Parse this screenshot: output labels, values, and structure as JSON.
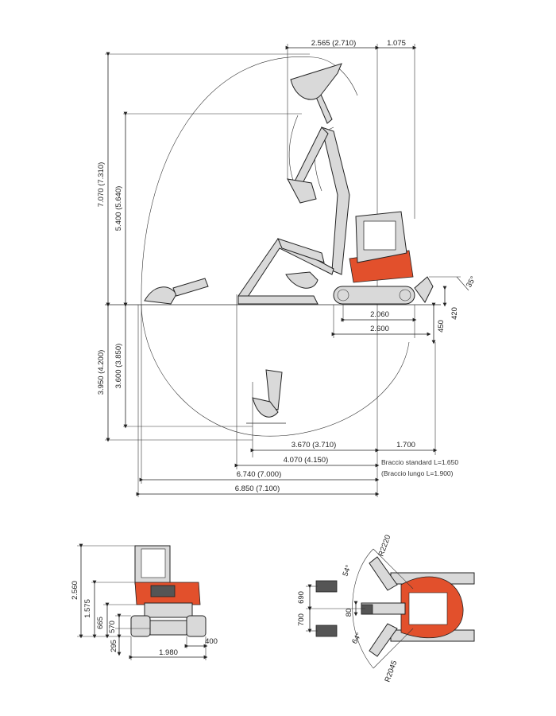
{
  "side": {
    "top_a": "2.565 (2.710)",
    "top_b": "1.075",
    "v1": "7.070 (7.310)",
    "v2": "5.400 (5.640)",
    "v3": "3.950 (4.200)",
    "v4": "3.600 (3.850)",
    "track_a": "2.060",
    "track_b": "2.600",
    "blade_h1": "420",
    "blade_h2": "450",
    "blade_angle": "35°",
    "b1": "3.670 (3.710)",
    "b1r": "1.700",
    "b2": "4.070 (4.150)",
    "b3": "6.740 (7.000)",
    "b4": "6.850 (7.100)",
    "note1": "Braccio standard L=1.650",
    "note2": "(Braccio lungo L=1.900)"
  },
  "front": {
    "h1": "2.560",
    "h2": "1.575",
    "h3": "665",
    "h4": "570",
    "h5": "295",
    "w1": "1.980",
    "w2": "400"
  },
  "top": {
    "r1": "R2220",
    "r2": "R2045",
    "a1": "54°",
    "a2": "64°",
    "o1": "690",
    "o2": "700",
    "o3": "80"
  }
}
